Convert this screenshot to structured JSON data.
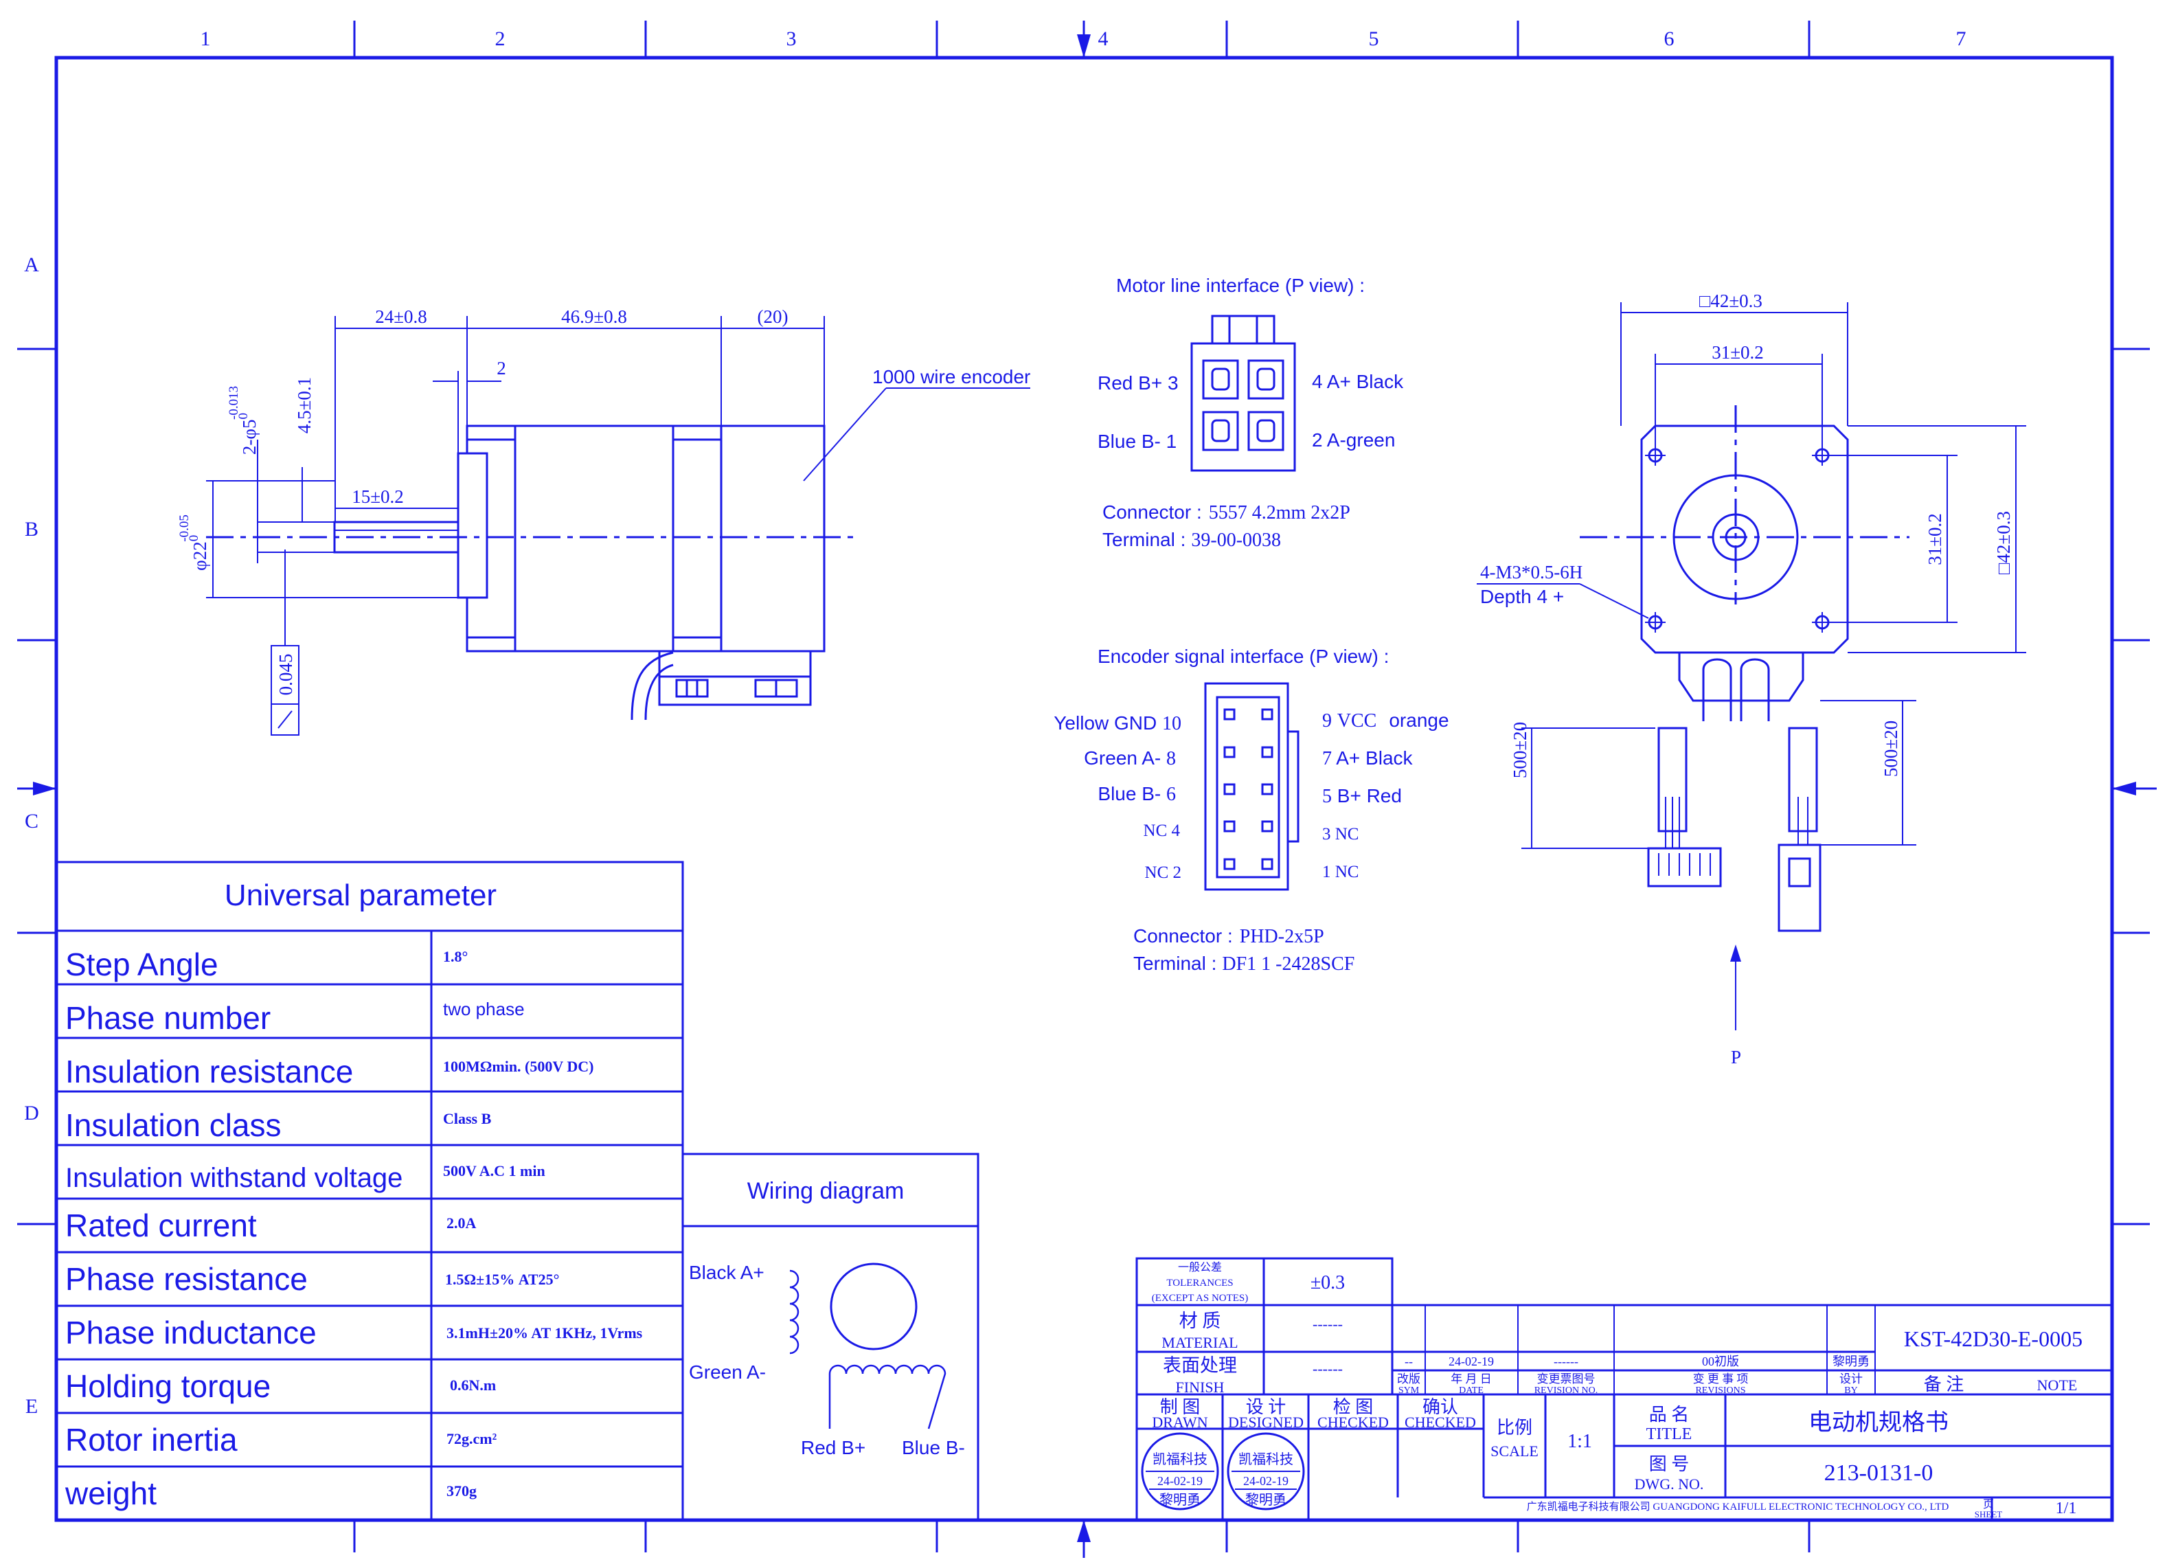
{
  "frame": {
    "col_labels": [
      "1",
      "2",
      "3",
      "4",
      "5",
      "6",
      "7"
    ],
    "row_labels": [
      "A",
      "B",
      "C",
      "D",
      "E"
    ]
  },
  "side_view": {
    "dim_24": "24±0.8",
    "dim_469": "46.9±0.8",
    "dim_20": "(20)",
    "dim_2": "2",
    "dim_15": "15±0.2",
    "dim_45": "4.5±0.1",
    "dim_phi5": "2-φ5",
    "dim_phi5_tol_upper": "0",
    "dim_phi5_tol_lower": "-0.013",
    "dim_phi22": "φ22",
    "dim_phi22_tol_upper": "0",
    "dim_phi22_tol_lower": "-0.05",
    "runout_value": "0.045",
    "encoder_note": "1000 wire encoder"
  },
  "motor_interface": {
    "title": "Motor line interface (P view) :",
    "red": "Red B+ 3",
    "blue": "Blue B- 1",
    "black": "4  A+ Black",
    "green": "2  A-green",
    "connector_label": "Connector :",
    "connector_value": "5557 4.2mm 2x2P",
    "terminal_label": "Terminal :",
    "terminal_value": "39-00-0038"
  },
  "encoder_interface": {
    "title": "Encoder signal interface (P view) :",
    "left": [
      {
        "name": "Yellow GND",
        "num": "10"
      },
      {
        "name": "Green A-",
        "num": "8"
      },
      {
        "name": "Blue B-",
        "num": "6"
      },
      {
        "name": "NC",
        "num": "4"
      },
      {
        "name": "NC",
        "num": "2"
      }
    ],
    "right": [
      {
        "num": "9",
        "name": "VCC",
        "color": "orange"
      },
      {
        "num": "7",
        "name": "A+ Black",
        "color": ""
      },
      {
        "num": "5",
        "name": "B+ Red",
        "color": ""
      },
      {
        "num": "3",
        "name": "NC",
        "color": ""
      },
      {
        "num": "1",
        "name": "NC",
        "color": ""
      }
    ],
    "connector_label": "Connector :",
    "connector_value": "PHD-2x5P",
    "terminal_label": "Terminal :",
    "terminal_value": "DF1 1 -2428SCF"
  },
  "front_view": {
    "sq42": "□42±0.3",
    "dim31": "31±0.2",
    "dim31_v": "31±0.2",
    "sq42_v": "□42±0.3",
    "thread": "4-M3*0.5-6H",
    "depth": "Depth 4 +",
    "lead_left": "500±20",
    "lead_right": "500±20",
    "p_label": "P"
  },
  "params": {
    "title": "Universal parameter",
    "rows": [
      {
        "label": "Step Angle",
        "value": "1.8°"
      },
      {
        "label": "Phase number",
        "value": "two phase"
      },
      {
        "label": "Insulation resistance",
        "value": "100MΩmin. (500V DC)"
      },
      {
        "label": "Insulation class",
        "value": "Class B"
      },
      {
        "label": "Insulation withstand voltage",
        "value": "500V A.C 1 min"
      },
      {
        "label": "Rated current",
        "value": "2.0A"
      },
      {
        "label": "Phase resistance",
        "value": "1.5Ω±15%  AT25°"
      },
      {
        "label": "Phase inductance",
        "value": "3.1mH±20%  AT 1KHz, 1Vrms"
      },
      {
        "label": "Holding torque",
        "value": "0.6N.m"
      },
      {
        "label": "Rotor inertia",
        "value": "72g.cm²"
      },
      {
        "label": "weight",
        "value": "370g"
      }
    ]
  },
  "wiring": {
    "title": "Wiring diagram",
    "black": "Black A+",
    "green": "Green A-",
    "red": "Red B+",
    "blue": "Blue B-"
  },
  "title_block": {
    "tol_cn": "一般公差",
    "tol_en1": "TOLERANCES",
    "tol_en2": "(EXCEPT AS NOTES)",
    "tol_value": "±0.3",
    "material_cn": "材  质",
    "material_en": "MATERIAL",
    "material_value": "------",
    "finish_cn": "表面处理",
    "finish_en": "FINISH",
    "finish_value": "------",
    "rev_sym": "--",
    "rev_date": "24-02-19",
    "rev_no": "------",
    "rev_text": "00初版",
    "rev_by": "黎明勇",
    "drawing_no_top": "KST-42D30-E-0005",
    "h_sym_cn": "改版",
    "h_sym_en": "SYM",
    "h_date_cn": "年 月 日",
    "h_date_en": "DATE",
    "h_no_cn": "变更票图号",
    "h_no_en": "REVISION NO.",
    "h_rev_cn": "变  更  事  项",
    "h_rev_en": "REVISIONS",
    "h_by_cn": "设计",
    "h_by_en": "BY",
    "h_note_cn": "备    注",
    "h_note_en": "NOTE",
    "drawn_cn": "制  图",
    "drawn_en": "DRAWN",
    "designed_cn": "设  计",
    "designed_en": "DESIGNED",
    "checked_cn": "检  图",
    "checked_en": "CHECKED",
    "confirm_cn": "确认",
    "confirm_en": "CHECKED",
    "scale_cn": "比例",
    "scale_en": "SCALE",
    "scale_value": "1:1",
    "title_cn": "品  名",
    "title_en": "TITLE",
    "title_value": "电动机规格书",
    "dwg_cn": "图  号",
    "dwg_en": "DWG. NO.",
    "dwg_value": "213-0131-0",
    "stamp_company": "凯福科技",
    "stamp_date": "24-02-19",
    "stamp_person": "黎明勇",
    "company": "广东凯福电子科技有限公司 GUANGDONG KAIFULL ELECTRONIC TECHNOLOGY CO., LTD",
    "sheet_cn": "页",
    "sheet_en": "SHEET",
    "sheet_value": "1/1"
  }
}
